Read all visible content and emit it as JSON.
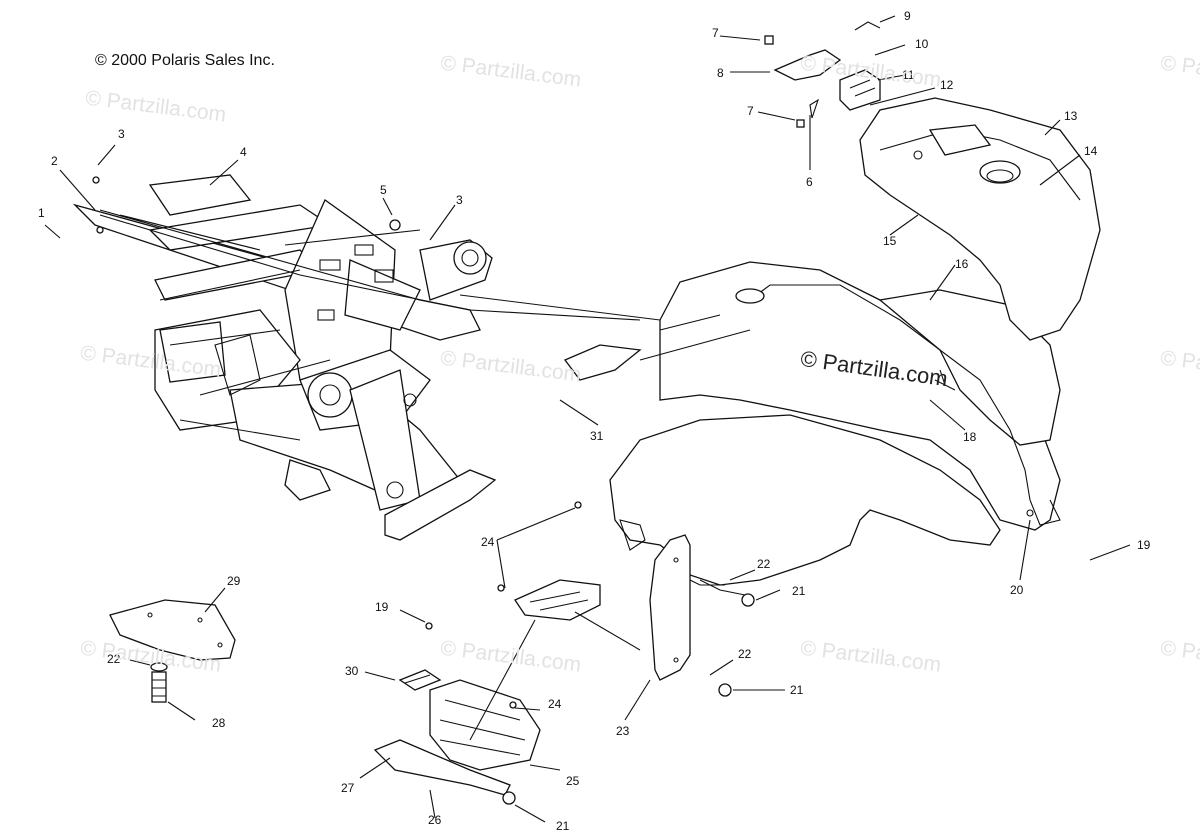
{
  "copyright": "© 2000 Polaris Sales Inc.",
  "watermarks": [
    "© Partzilla.com",
    "© Partzilla.com",
    "© Partzilla.com",
    "© Partzilla.com",
    "© Partzilla.com",
    "© Partzilla.com",
    "© Partzilla.com",
    "© Partzilla.com",
    "© Partzilla.com",
    "© Partzilla.com",
    "© Partzilla.com"
  ],
  "main_watermark": "© Partzilla.com",
  "callouts": [
    "1",
    "2",
    "3",
    "3",
    "4",
    "5",
    "6",
    "7",
    "7",
    "8",
    "9",
    "10",
    "11",
    "12",
    "13",
    "14",
    "15",
    "16",
    "18",
    "19",
    "19",
    "20",
    "21",
    "21",
    "21",
    "22",
    "22",
    "22",
    "23",
    "24",
    "24",
    "25",
    "26",
    "27",
    "28",
    "29",
    "30",
    "31"
  ],
  "colors": {
    "line": "#111111",
    "watermark": "#e2e2e2",
    "background": "#ffffff"
  }
}
